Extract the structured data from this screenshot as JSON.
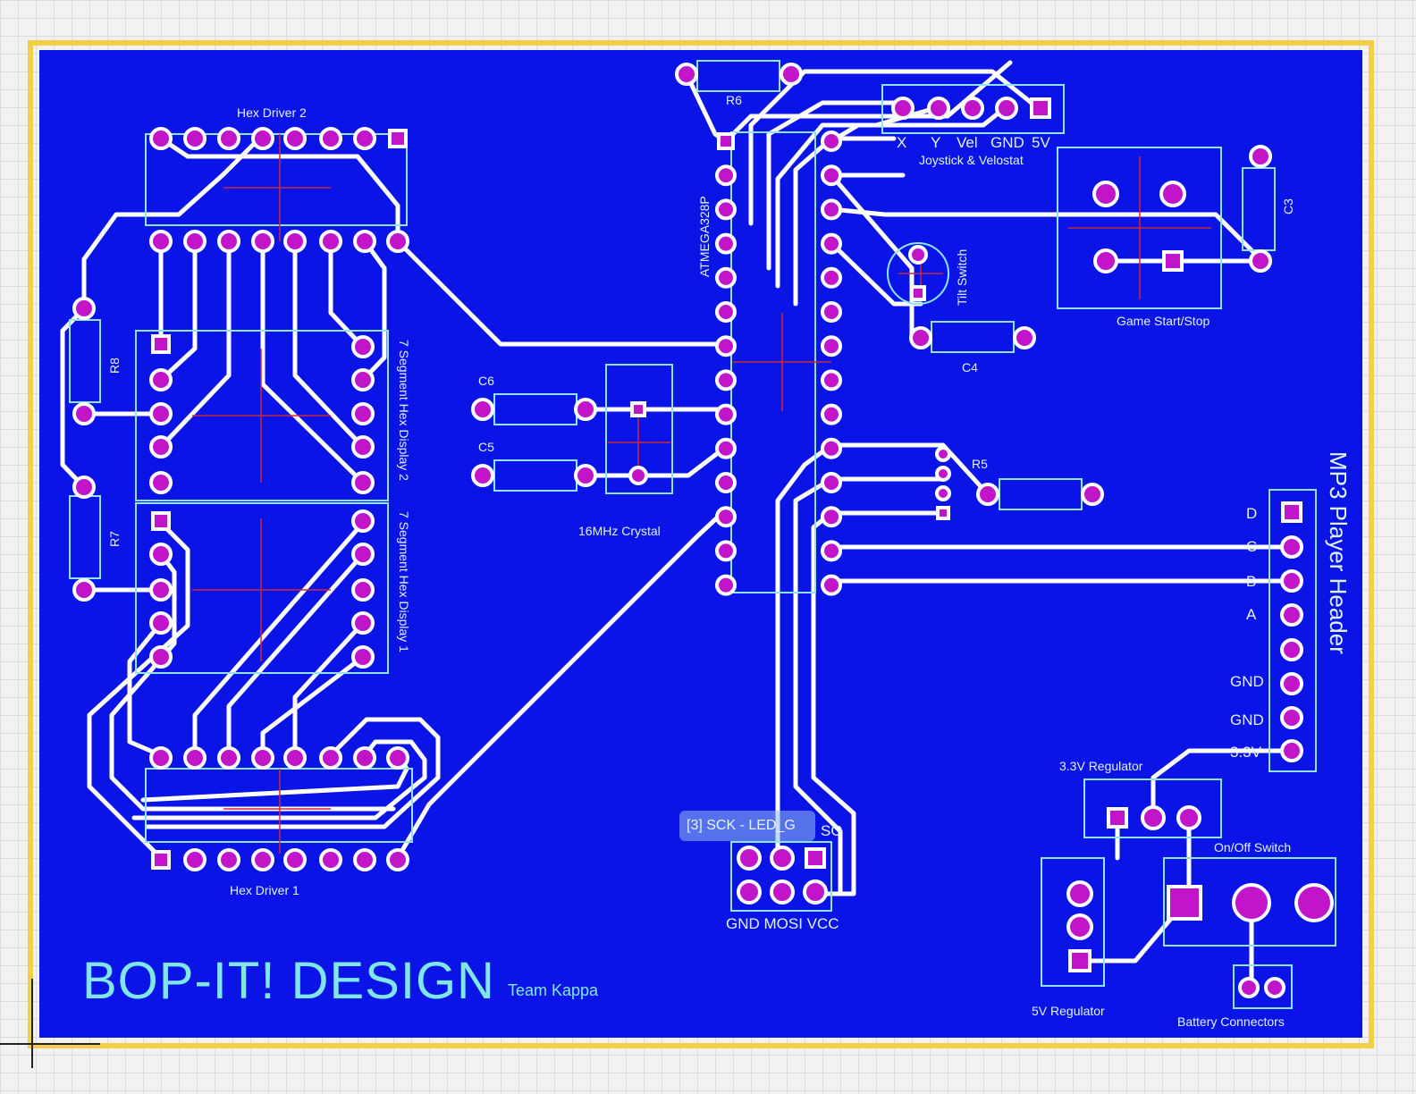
{
  "board": {
    "title": "BOP-IT! DESIGN",
    "subtitle": "Team Kappa",
    "board_color": "#0a14e6",
    "outline_color": "#f2cf46",
    "trace_color": "#ffffff",
    "pad_color": "#c214c8"
  },
  "labels": {
    "hex_driver_2": "Hex Driver 2",
    "hex_driver_1": "Hex Driver 1",
    "display_2": "7 Segment Hex Display 2",
    "display_1": "7 Segment Hex Display 1",
    "r8": "R8",
    "r7": "R7",
    "r6": "R6",
    "r5": "R5",
    "c6": "C6",
    "c5": "C5",
    "c4": "C4",
    "c3": "C3",
    "crystal": "16MHz Crystal",
    "mcu": "ATMEGA328P",
    "joystick_pins": [
      "X",
      "Y",
      "Vel",
      "GND",
      "5V"
    ],
    "joystick": "Joystick & Velostat",
    "tilt": "Tilt Switch",
    "game": "Game Start/Stop",
    "mp3_header": "MP3 Player Header",
    "mp3_pins": [
      "D",
      "C",
      "B",
      "A",
      "GND",
      "GND",
      "3.3V"
    ],
    "reg33": "3.3V Regulator",
    "onoff": "On/Off Switch",
    "reg5": "5V Regulator",
    "battery": "Battery Connectors",
    "isp_bottom": "GND MOSI VCC",
    "isp_top": "SO"
  },
  "tooltip": {
    "text": "[3] SCK - LED_G"
  }
}
